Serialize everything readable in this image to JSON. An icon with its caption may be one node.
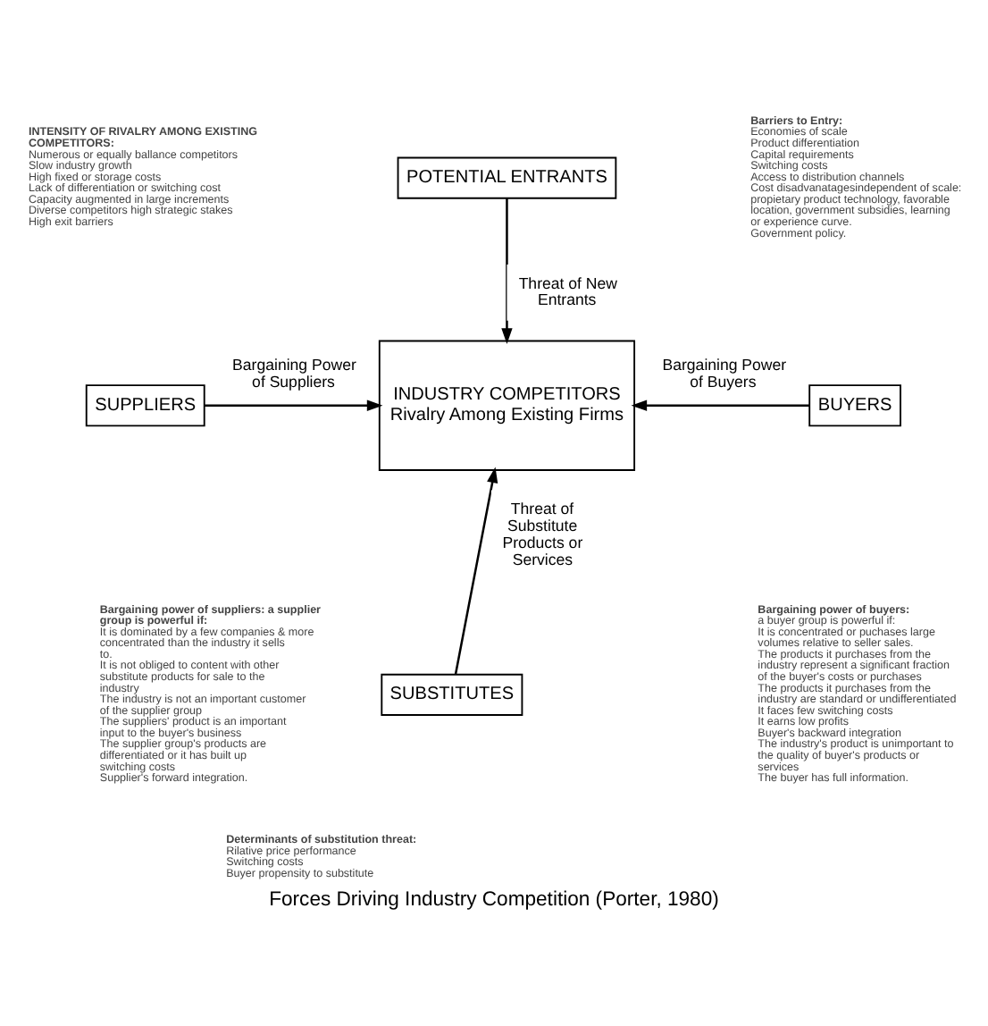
{
  "diagram": {
    "caption": "Forces Driving Industry Competition (Porter, 1980)",
    "nodes": [
      {
        "text": [
          "POTENTIAL ENTRANTS"
        ]
      },
      {
        "text": [
          "INDUSTRY COMPETITORS",
          "Rivalry Among Existing Firms"
        ]
      },
      {
        "text": [
          "SUPPLIERS"
        ]
      },
      {
        "text": [
          "BUYERS"
        ]
      },
      {
        "text": [
          "SUBSTITUTES"
        ]
      }
    ],
    "edges": [
      {
        "from": 0,
        "to": 1,
        "arrow": "to",
        "label": "Threat of New Entrants"
      },
      {
        "from": 2,
        "to": 1,
        "arrow": "to",
        "label": "Bargaining Power of Suppliers"
      },
      {
        "from": 3,
        "to": 1,
        "arrow": "to",
        "label": "Bargaining Power of Buyers"
      },
      {
        "from": 4,
        "to": 1,
        "arrow": "to",
        "label": "Threat of Substitute Products or Services"
      }
    ],
    "labels": [
      "INTENSITY OF RIVALRY AMONG EXISTING COMPETITORS:",
      "Numerous or equally ballance competitors",
      "Slow industry growth",
      "High fixed or storage costs",
      "Lack of differentiation or switching cost",
      "Capacity augmented in large increments",
      "Diverse competitors high strategic stakes",
      "High exit barriers",
      "Barriers to Entry:",
      "Economies of scale",
      "Product differentiation",
      "Capital requirements",
      "Switching costs",
      "Access to distribution channels",
      "Cost disadvanatagesindependent of scale: propietary product technology, favorable location, government subsidies, learning or experience curve.",
      "Government policy.",
      "Bargaining power of suppliers: a supplier group is powerful if:",
      "It is dominated by a few companies & more concentrated than the industry it sells to.",
      "It is not obliged to content with other substitute products for sale to the industry",
      "The industry is not an important customer of the supplier group",
      "The suppliers' product is an important input to the buyer's business",
      "The supplier group's products are differentiated or it has built up switching costs",
      "Supplier's forward integration.",
      "Bargaining power of buyers:",
      "a buyer group is powerful if:",
      "It is concentrated or puchases large volumes relative to seller sales.",
      "The products it purchases from the industry represent a significant fraction of the buyer's costs or purchases",
      "The products it purchases from the industry are standard or undifferentiated",
      "It faces few switching costs",
      "It earns low profits",
      "Buyer's backward integration",
      "The industry's product is unimportant to the quality of buyer's products or services",
      "The buyer has full information.",
      "Determinants of substitution threat:",
      "Rilative price performance",
      "Switching costs",
      "Buyer propensity to substitute"
    ]
  }
}
